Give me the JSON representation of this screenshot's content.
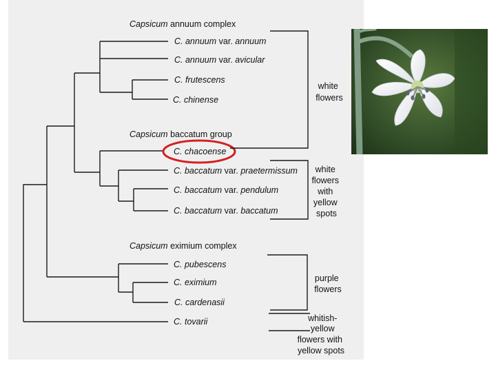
{
  "groups": [
    {
      "prefix": "Capsicum",
      "suffix": "annuum complex"
    },
    {
      "prefix": "Capsicum",
      "suffix": "baccatum group"
    },
    {
      "prefix": "Capsicum",
      "suffix": "eximium complex"
    }
  ],
  "taxa": [
    {
      "genus": "C.",
      "species": "annuum",
      "var_word": "var.",
      "variety": "annuum"
    },
    {
      "genus": "C.",
      "species": "annuum",
      "var_word": "var.",
      "variety": "avicular"
    },
    {
      "genus": "C.",
      "species": "frutescens",
      "var_word": "",
      "variety": ""
    },
    {
      "genus": "C.",
      "species": "chinense",
      "var_word": "",
      "variety": ""
    },
    {
      "genus": "C.",
      "species": "chacoense",
      "var_word": "",
      "variety": "",
      "highlighted": true
    },
    {
      "genus": "C.",
      "species": "baccatum",
      "var_word": "var.",
      "variety": "praetermissum"
    },
    {
      "genus": "C.",
      "species": "baccatum",
      "var_word": "var.",
      "variety": "pendulum"
    },
    {
      "genus": "C.",
      "species": "baccatum",
      "var_word": "var.",
      "variety": "baccatum"
    },
    {
      "genus": "C.",
      "species": "pubescens",
      "var_word": "",
      "variety": ""
    },
    {
      "genus": "C.",
      "species": "eximium",
      "var_word": "",
      "variety": ""
    },
    {
      "genus": "C.",
      "species": "cardenasii",
      "var_word": "",
      "variety": ""
    },
    {
      "genus": "C.",
      "species": "tovarii",
      "var_word": "",
      "variety": ""
    }
  ],
  "flower_notes": [
    {
      "lines": [
        "white",
        "flowers"
      ]
    },
    {
      "lines": [
        "white",
        "flowers",
        "with",
        "yellow",
        "spots"
      ]
    },
    {
      "lines": [
        "purple",
        "flowers"
      ]
    },
    {
      "lines": [
        "whitish-",
        "yellow",
        "flowers with",
        "yellow spots"
      ]
    }
  ],
  "colors": {
    "highlight_ring": "#d42020",
    "line": "#1a1a1a",
    "scan_background": "#efefef",
    "photo_background": "#3d5a2a",
    "petal": "#f4f4f8",
    "stem": "#7e9c84"
  },
  "photo": {
    "subject": "white-flower-photo"
  }
}
